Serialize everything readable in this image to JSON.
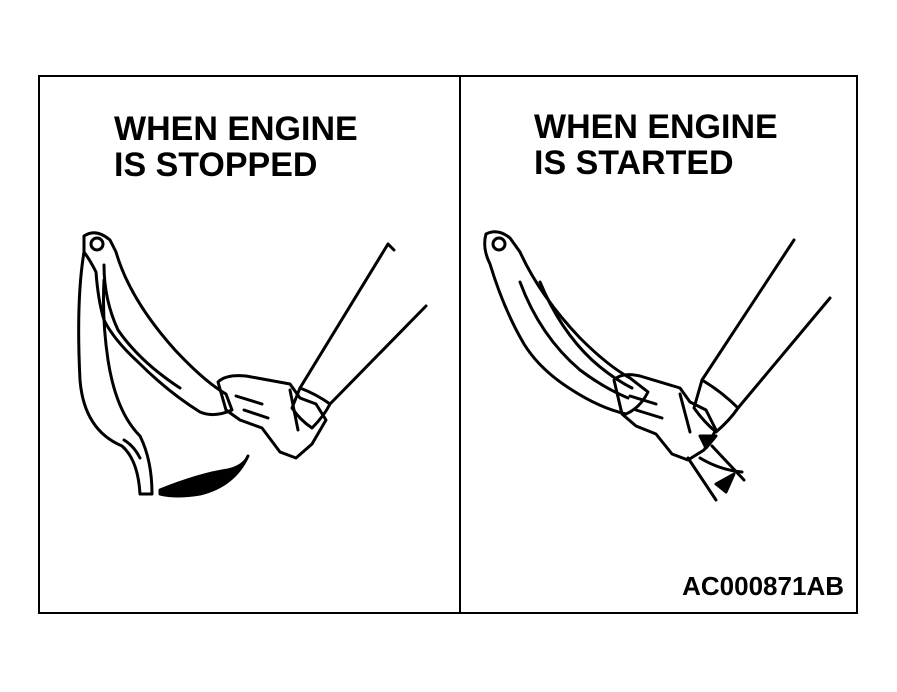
{
  "panels": [
    {
      "title_line1": "WHEN ENGINE",
      "title_line2": "IS STOPPED"
    },
    {
      "title_line1": "WHEN ENGINE",
      "title_line2": "IS STARTED"
    }
  ],
  "figure_code": "AC000871AB",
  "colors": {
    "ink": "#000000",
    "paper": "#ffffff"
  }
}
